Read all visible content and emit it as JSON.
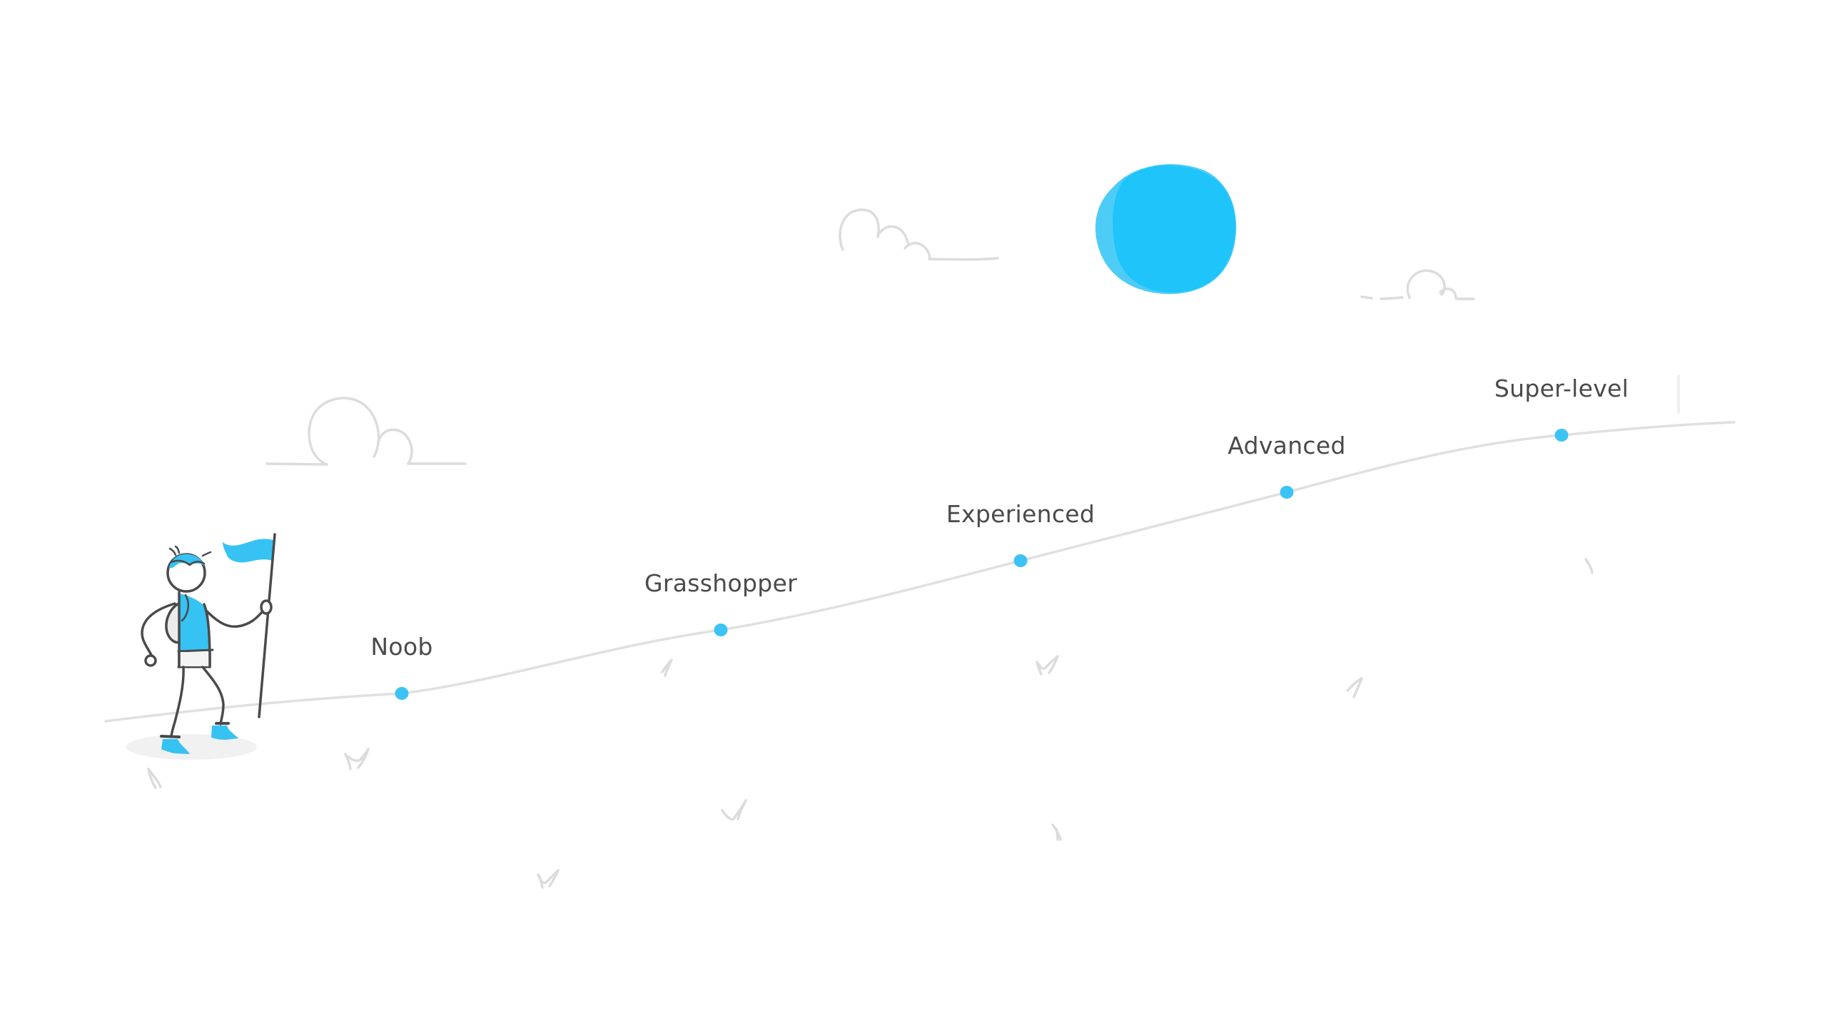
{
  "title": "Skill level progression",
  "colors": {
    "accent": "#1ec4fa",
    "accent_light": "#4dccf8",
    "dot": "#3cc3f5",
    "path": "#e0e0e0",
    "sketch": "#dcdcdc",
    "ink": "#4a4a4a",
    "label": "#4a4a4a",
    "background": "#ffffff"
  },
  "figure": {
    "description": "stick-figure hiker holding a flag",
    "icon": "hiker-with-flag-icon"
  },
  "decorations": {
    "sun_icon": "sun-icon",
    "cloud_icon": "cloud-icon",
    "grass_icon": "grass-tuft-icon"
  },
  "levels": [
    {
      "label": "Noob",
      "order": 1
    },
    {
      "label": "Grasshopper",
      "order": 2
    },
    {
      "label": "Experienced",
      "order": 3
    },
    {
      "label": "Advanced",
      "order": 4
    },
    {
      "label": "Super-level",
      "order": 5
    }
  ]
}
